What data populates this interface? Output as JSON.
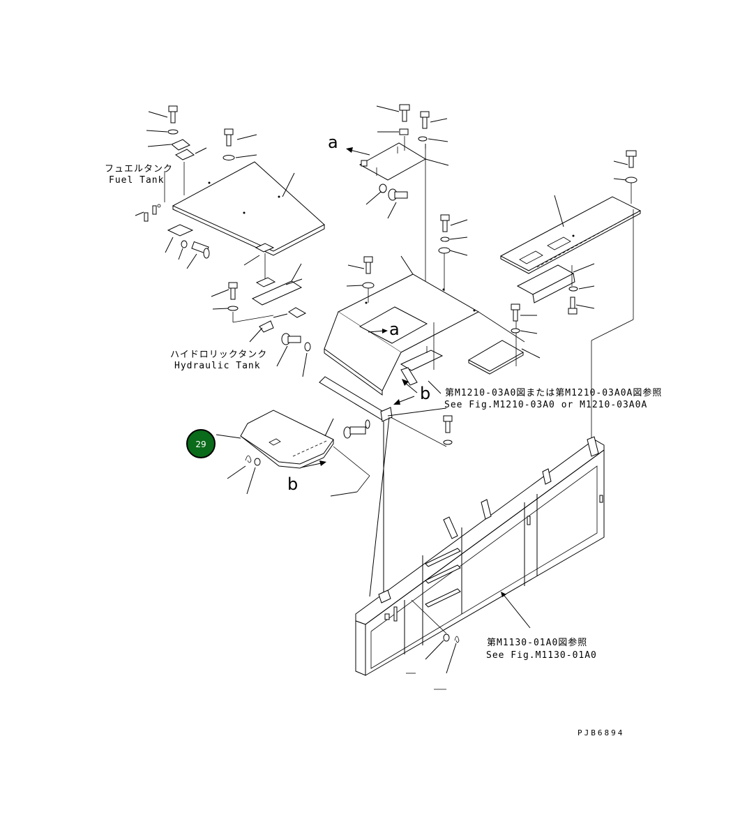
{
  "diagram": {
    "drawing_number": "PJB6894",
    "labels": {
      "fuel_tank_jp": "フュエルタンク",
      "fuel_tank_en": "Fuel Tank",
      "hydraulic_tank_jp": "ハイドロリックタンク",
      "hydraulic_tank_en": "Hydraulic Tank",
      "ref_m1210_jp": "第M1210-03A0図または第M1210-03A0A図参照",
      "ref_m1210_en": "See Fig.M1210-03A0 or M1210-03A0A",
      "ref_m1130_jp": "第M1130-01A0図参照",
      "ref_m1130_en": "See Fig.M1130-01A0"
    },
    "view_marks": {
      "a_top": "a",
      "a_center": "a",
      "b_right": "b",
      "b_left": "b"
    },
    "callout": {
      "number": "29",
      "color": "#0a6b1a"
    }
  }
}
